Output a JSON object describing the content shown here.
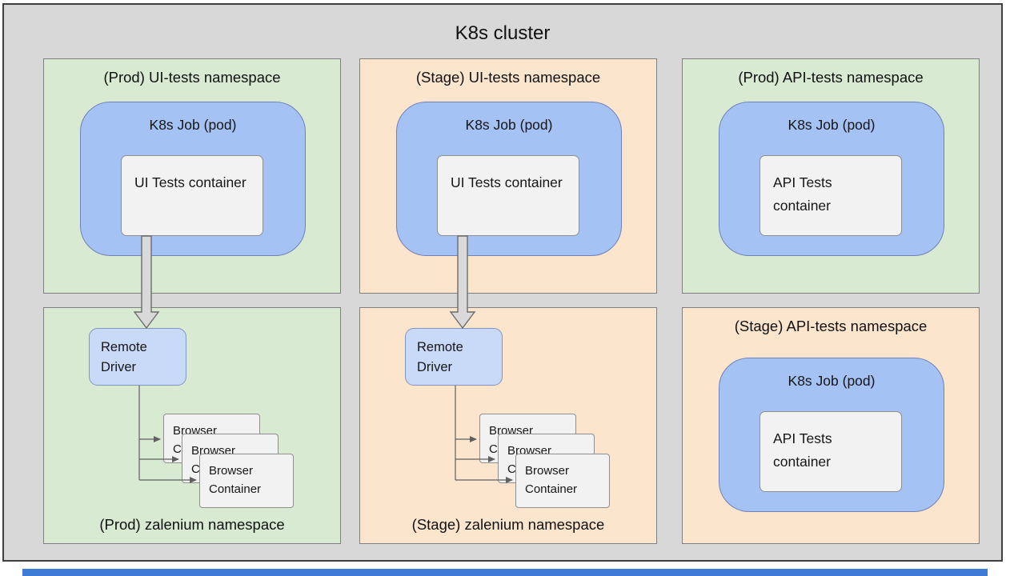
{
  "title": "K8s cluster",
  "panels": {
    "prod_ui": {
      "label": "(Prod) UI-tests namespace",
      "job": "K8s Job (pod)",
      "container": "UI Tests container"
    },
    "stage_ui": {
      "label": "(Stage) UI-tests namespace",
      "job": "K8s Job (pod)",
      "container": "UI Tests container"
    },
    "prod_api": {
      "label": "(Prod) API-tests namespace",
      "job": "K8s Job (pod)",
      "container": "API Tests container"
    },
    "prod_zalenium": {
      "label": "(Prod) zalenium namespace",
      "driver": "Remote Driver",
      "browser": "Browser Container"
    },
    "stage_zalenium": {
      "label": "(Stage) zalenium namespace",
      "driver": "Remote Driver",
      "browser": "Browser Container"
    },
    "stage_api": {
      "label": "(Stage) API-tests namespace",
      "job": "K8s Job (pod)",
      "container": "API Tests container"
    }
  },
  "colors": {
    "canvas_fill": "#d8d8d8",
    "green_fill": "#d9ead3",
    "orange_fill": "#fce5cd",
    "job_blue_fill": "#a4c2f4",
    "driver_blue_fill": "#c9daf8",
    "container_fill": "#f2f2f2",
    "arrow_fill": "#d9d9d9",
    "line_stroke": "#5f5f5f",
    "accent_bar_blue": "#3e7bd6"
  }
}
